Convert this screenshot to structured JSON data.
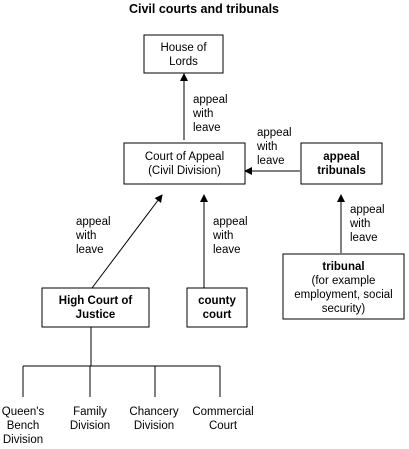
{
  "title": "Civil courts and tribunals",
  "nodes": {
    "house_of_lords": [
      "House of",
      "Lords"
    ],
    "court_of_appeal": [
      "Court of Appeal",
      "(Civil Division)"
    ],
    "appeal_tribunals": [
      "appeal",
      "tribunals"
    ],
    "tribunal": [
      "tribunal",
      "(for example",
      "employment, social",
      "security)"
    ],
    "high_court": [
      "High Court of",
      "Justice"
    ],
    "county_court": [
      "county",
      "court"
    ],
    "queens_bench": [
      "Queen's",
      "Bench",
      "Division"
    ],
    "family": [
      "Family",
      "Division"
    ],
    "chancery": [
      "Chancery",
      "Division"
    ],
    "commercial": [
      "Commercial",
      "Court"
    ]
  },
  "edge_labels": {
    "to_lords": [
      "appeal",
      "with",
      "leave"
    ],
    "from_tribunals": [
      "appeal",
      "with",
      "leave"
    ],
    "from_high_court": [
      "appeal",
      "with",
      "leave"
    ],
    "from_county": [
      "appeal",
      "with",
      "leave"
    ],
    "from_tribunal": [
      "appeal",
      "with",
      "leave"
    ]
  }
}
